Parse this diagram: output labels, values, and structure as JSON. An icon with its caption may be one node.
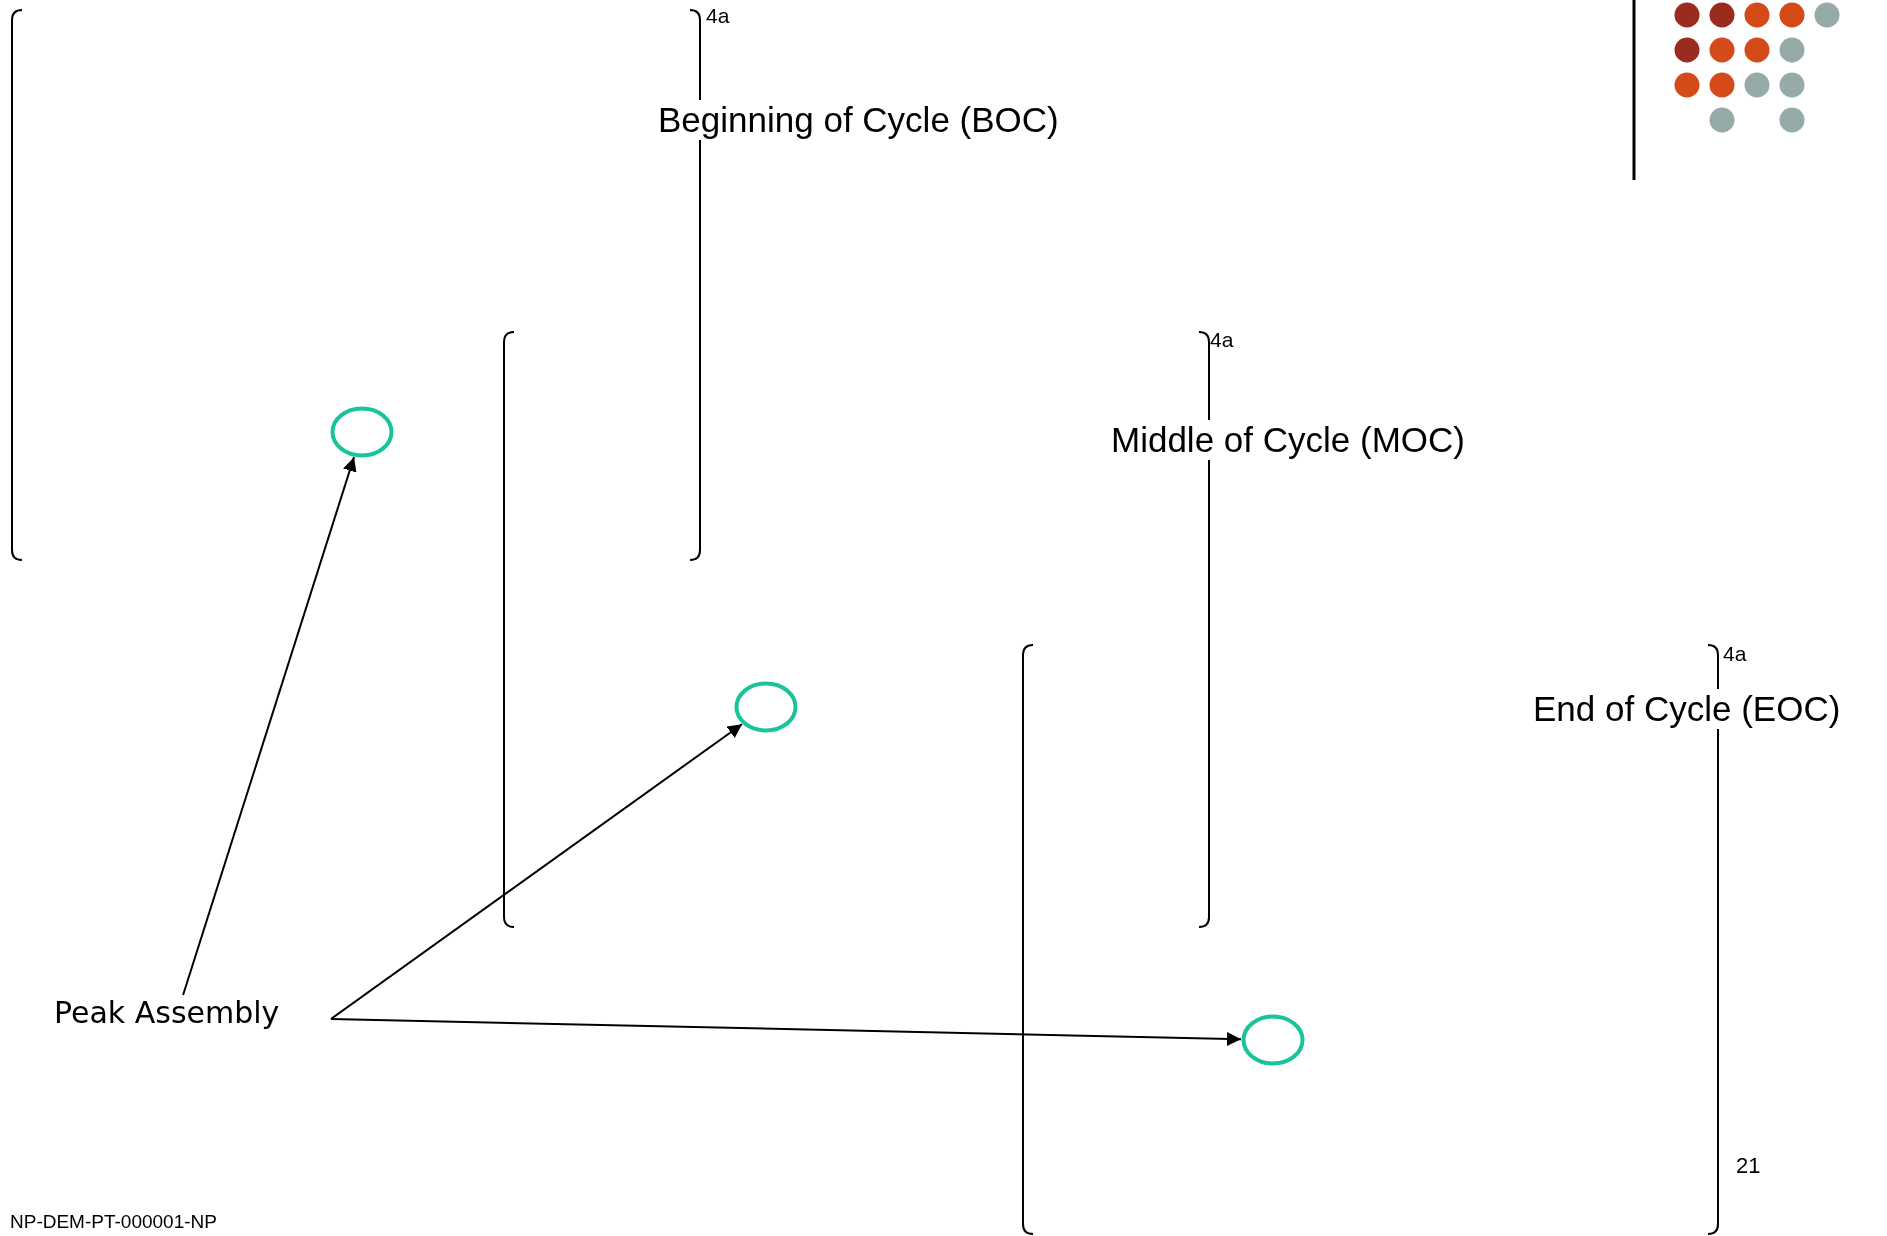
{
  "diagram": {
    "nodes": [
      {
        "text": [
          "Peak Assembly"
        ]
      },
      {
        "text": [],
        "shape": "circle"
      },
      {
        "text": [],
        "shape": "circle"
      },
      {
        "text": [],
        "shape": "circle"
      }
    ],
    "edges": [
      {
        "from": 0,
        "to": 1,
        "arrow": "to"
      },
      {
        "from": 0,
        "to": 2,
        "arrow": "to"
      },
      {
        "from": 0,
        "to": 3,
        "arrow": "to"
      }
    ],
    "labels": [
      "4a",
      "Beginning of Cycle (BOC)",
      "4a",
      "Middle of Cycle (MOC)",
      "4a",
      "End of Cycle (EOC)",
      "21",
      "NP-DEM-PT-000001-NP"
    ]
  }
}
